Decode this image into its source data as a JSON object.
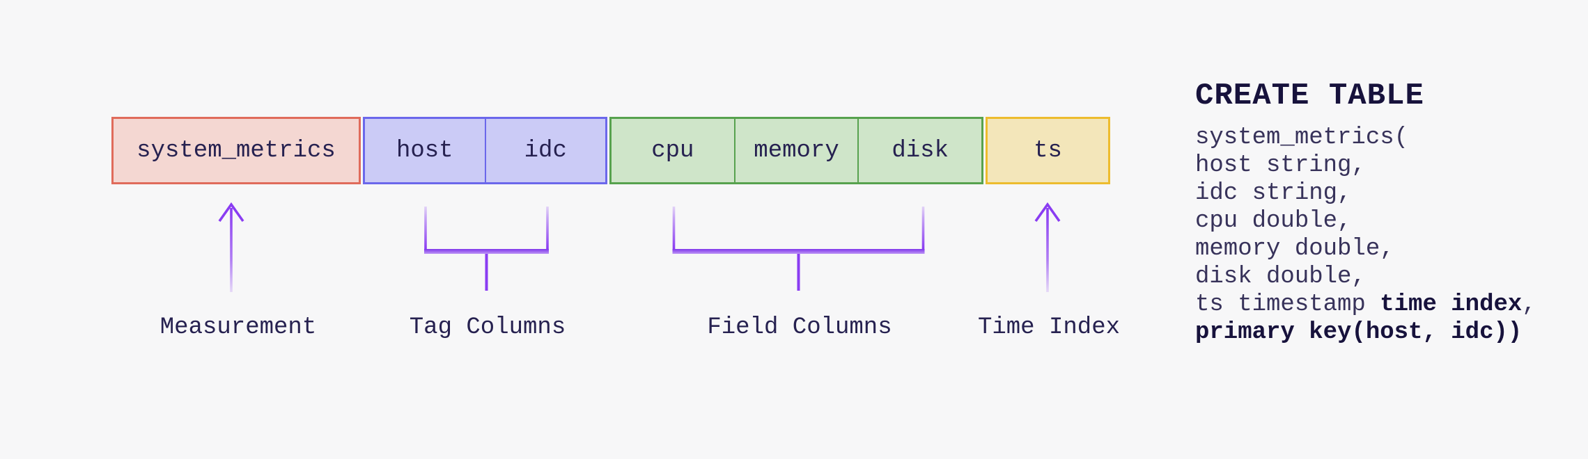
{
  "background": "#f7f7f8",
  "accent_purple": "#8a3cf2",
  "text_color": "#262150",
  "schema_row": {
    "groups": [
      {
        "name": "measurement",
        "fill": "#f4d7d2",
        "border": "#e06b5b",
        "cells": [
          "system_metrics"
        ]
      },
      {
        "name": "tag-columns",
        "fill": "#cbcbf6",
        "border": "#6b67eb",
        "cells": [
          "host",
          "idc"
        ]
      },
      {
        "name": "field-columns",
        "fill": "#cfe5c9",
        "border": "#57a24e",
        "cells": [
          "cpu",
          "memory",
          "disk"
        ]
      },
      {
        "name": "time-index",
        "fill": "#f3e6ba",
        "border": "#edbc2e",
        "cells": [
          "ts"
        ]
      }
    ]
  },
  "annotations": [
    {
      "text": "Measurement",
      "type": "arrow"
    },
    {
      "text": "Tag Columns",
      "type": "bracket"
    },
    {
      "text": "Field Columns",
      "type": "bracket"
    },
    {
      "text": "Time Index",
      "type": "arrow"
    }
  ],
  "sql": {
    "heading": "CREATE TABLE",
    "lines": [
      [
        {
          "t": "system_metrics(",
          "b": false
        }
      ],
      [
        {
          "t": "host string,",
          "b": false
        }
      ],
      [
        {
          "t": "idc string,",
          "b": false
        }
      ],
      [
        {
          "t": "cpu double,",
          "b": false
        }
      ],
      [
        {
          "t": "memory double,",
          "b": false
        }
      ],
      [
        {
          "t": "disk double,",
          "b": false
        }
      ],
      [
        {
          "t": "ts timestamp ",
          "b": false
        },
        {
          "t": "time index",
          "b": true
        },
        {
          "t": ",",
          "b": false
        }
      ],
      [
        {
          "t": "primary key(host, idc))",
          "b": true
        }
      ]
    ]
  }
}
